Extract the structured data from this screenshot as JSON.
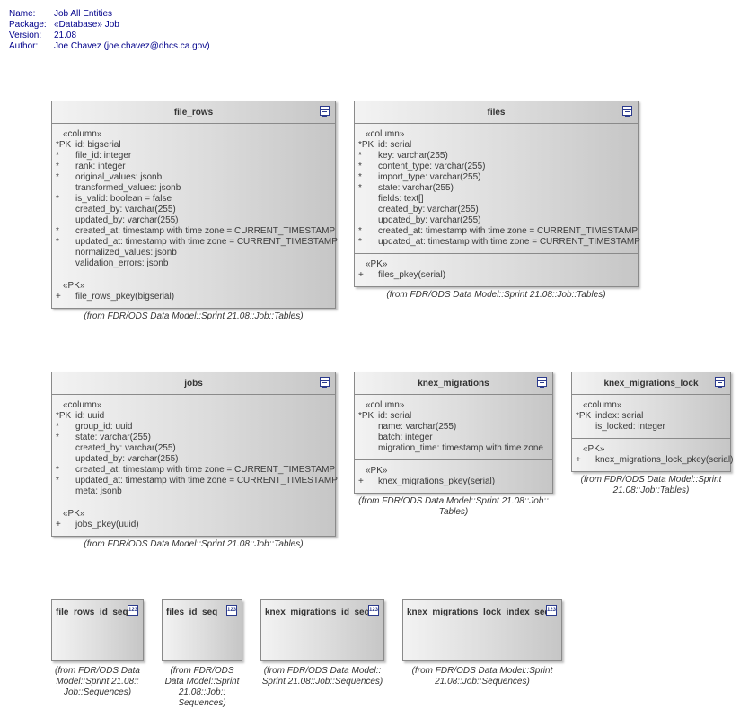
{
  "header": {
    "rows": [
      {
        "label": "Name:",
        "value": "Job All Entities"
      },
      {
        "label": "Package:",
        "value": "«Database» Job"
      },
      {
        "label": "Version:",
        "value": "21.08"
      },
      {
        "label": "Author:",
        "value": "Joe Chavez (joe.chavez@dhcs.ca.gov)"
      }
    ]
  },
  "icons": {
    "table": "table-icon",
    "sequence": "sequence-icon",
    "sequence_glyph": "123"
  },
  "entities": {
    "file_rows": {
      "name": "file_rows",
      "column_stereo": "«column»",
      "columns": [
        {
          "mark": "*PK",
          "text": "id: bigserial"
        },
        {
          "mark": "*",
          "text": "file_id: integer"
        },
        {
          "mark": "*",
          "text": "rank: integer"
        },
        {
          "mark": "*",
          "text": "original_values: jsonb"
        },
        {
          "mark": "",
          "text": "transformed_values: jsonb"
        },
        {
          "mark": "*",
          "text": "is_valid: boolean = false"
        },
        {
          "mark": "",
          "text": "created_by: varchar(255)"
        },
        {
          "mark": "",
          "text": "updated_by: varchar(255)"
        },
        {
          "mark": "*",
          "text": "created_at: timestamp with time zone = CURRENT_TIMESTAMP"
        },
        {
          "mark": "*",
          "text": "updated_at: timestamp with time zone = CURRENT_TIMESTAMP"
        },
        {
          "mark": "",
          "text": "normalized_values: jsonb"
        },
        {
          "mark": "",
          "text": "validation_errors: jsonb"
        }
      ],
      "pk_stereo": "«PK»",
      "pk": [
        {
          "mark": "+",
          "text": "file_rows_pkey(bigserial)"
        }
      ],
      "from": "(from FDR/ODS Data Model::Sprint 21.08::Job::Tables)"
    },
    "files": {
      "name": "files",
      "column_stereo": "«column»",
      "columns": [
        {
          "mark": "*PK",
          "text": "id: serial"
        },
        {
          "mark": "*",
          "text": "key: varchar(255)"
        },
        {
          "mark": "*",
          "text": "content_type: varchar(255)"
        },
        {
          "mark": "*",
          "text": "import_type: varchar(255)"
        },
        {
          "mark": "*",
          "text": "state: varchar(255)"
        },
        {
          "mark": "",
          "text": "fields: text[]"
        },
        {
          "mark": "",
          "text": "created_by: varchar(255)"
        },
        {
          "mark": "",
          "text": "updated_by: varchar(255)"
        },
        {
          "mark": "*",
          "text": "created_at: timestamp with time zone = CURRENT_TIMESTAMP"
        },
        {
          "mark": "*",
          "text": "updated_at: timestamp with time zone = CURRENT_TIMESTAMP"
        }
      ],
      "pk_stereo": "«PK»",
      "pk": [
        {
          "mark": "+",
          "text": "files_pkey(serial)"
        }
      ],
      "from": "(from FDR/ODS Data Model::Sprint 21.08::Job::Tables)"
    },
    "jobs": {
      "name": "jobs",
      "column_stereo": "«column»",
      "columns": [
        {
          "mark": "*PK",
          "text": "id: uuid"
        },
        {
          "mark": "*",
          "text": "group_id: uuid"
        },
        {
          "mark": "*",
          "text": "state: varchar(255)"
        },
        {
          "mark": "",
          "text": "created_by: varchar(255)"
        },
        {
          "mark": "",
          "text": "updated_by: varchar(255)"
        },
        {
          "mark": "*",
          "text": "created_at: timestamp with time zone = CURRENT_TIMESTAMP"
        },
        {
          "mark": "*",
          "text": "updated_at: timestamp with time zone = CURRENT_TIMESTAMP"
        },
        {
          "mark": "",
          "text": "meta: jsonb"
        }
      ],
      "pk_stereo": "«PK»",
      "pk": [
        {
          "mark": "+",
          "text": "jobs_pkey(uuid)"
        }
      ],
      "from": "(from FDR/ODS Data Model::Sprint 21.08::Job::Tables)"
    },
    "knex_migrations": {
      "name": "knex_migrations",
      "column_stereo": "«column»",
      "columns": [
        {
          "mark": "*PK",
          "text": "id: serial"
        },
        {
          "mark": "",
          "text": "name: varchar(255)"
        },
        {
          "mark": "",
          "text": "batch: integer"
        },
        {
          "mark": "",
          "text": "migration_time: timestamp with time zone"
        }
      ],
      "pk_stereo": "«PK»",
      "pk": [
        {
          "mark": "+",
          "text": "knex_migrations_pkey(serial)"
        }
      ],
      "from_lines": [
        "(from FDR/ODS Data Model::Sprint 21.08::Job::",
        "Tables)"
      ]
    },
    "knex_migrations_lock": {
      "name": "knex_migrations_lock",
      "column_stereo": "«column»",
      "columns": [
        {
          "mark": "*PK",
          "text": "index: serial"
        },
        {
          "mark": "",
          "text": "is_locked: integer"
        }
      ],
      "pk_stereo": "«PK»",
      "pk": [
        {
          "mark": "+",
          "text": "knex_migrations_lock_pkey(serial)"
        }
      ],
      "from_lines": [
        "(from FDR/ODS Data Model::Sprint",
        "21.08::Job::Tables)"
      ]
    }
  },
  "sequences": {
    "file_rows_id_seq": {
      "name": "file_rows_id_seq",
      "from_lines": [
        "(from FDR/ODS Data",
        "Model::Sprint 21.08::",
        "Job::Sequences)"
      ]
    },
    "files_id_seq": {
      "name": "files_id_seq",
      "from_lines": [
        "(from FDR/ODS",
        "Data Model::Sprint",
        "21.08::Job::",
        "Sequences)"
      ]
    },
    "knex_migrations_id_seq": {
      "name": "knex_migrations_id_seq",
      "from_lines": [
        "(from FDR/ODS Data Model::",
        "Sprint 21.08::Job::Sequences)"
      ]
    },
    "knex_migrations_lock_index_seq": {
      "name": "knex_migrations_lock_index_seq",
      "from_lines": [
        "(from FDR/ODS Data Model::Sprint",
        "21.08::Job::Sequences)"
      ]
    }
  }
}
